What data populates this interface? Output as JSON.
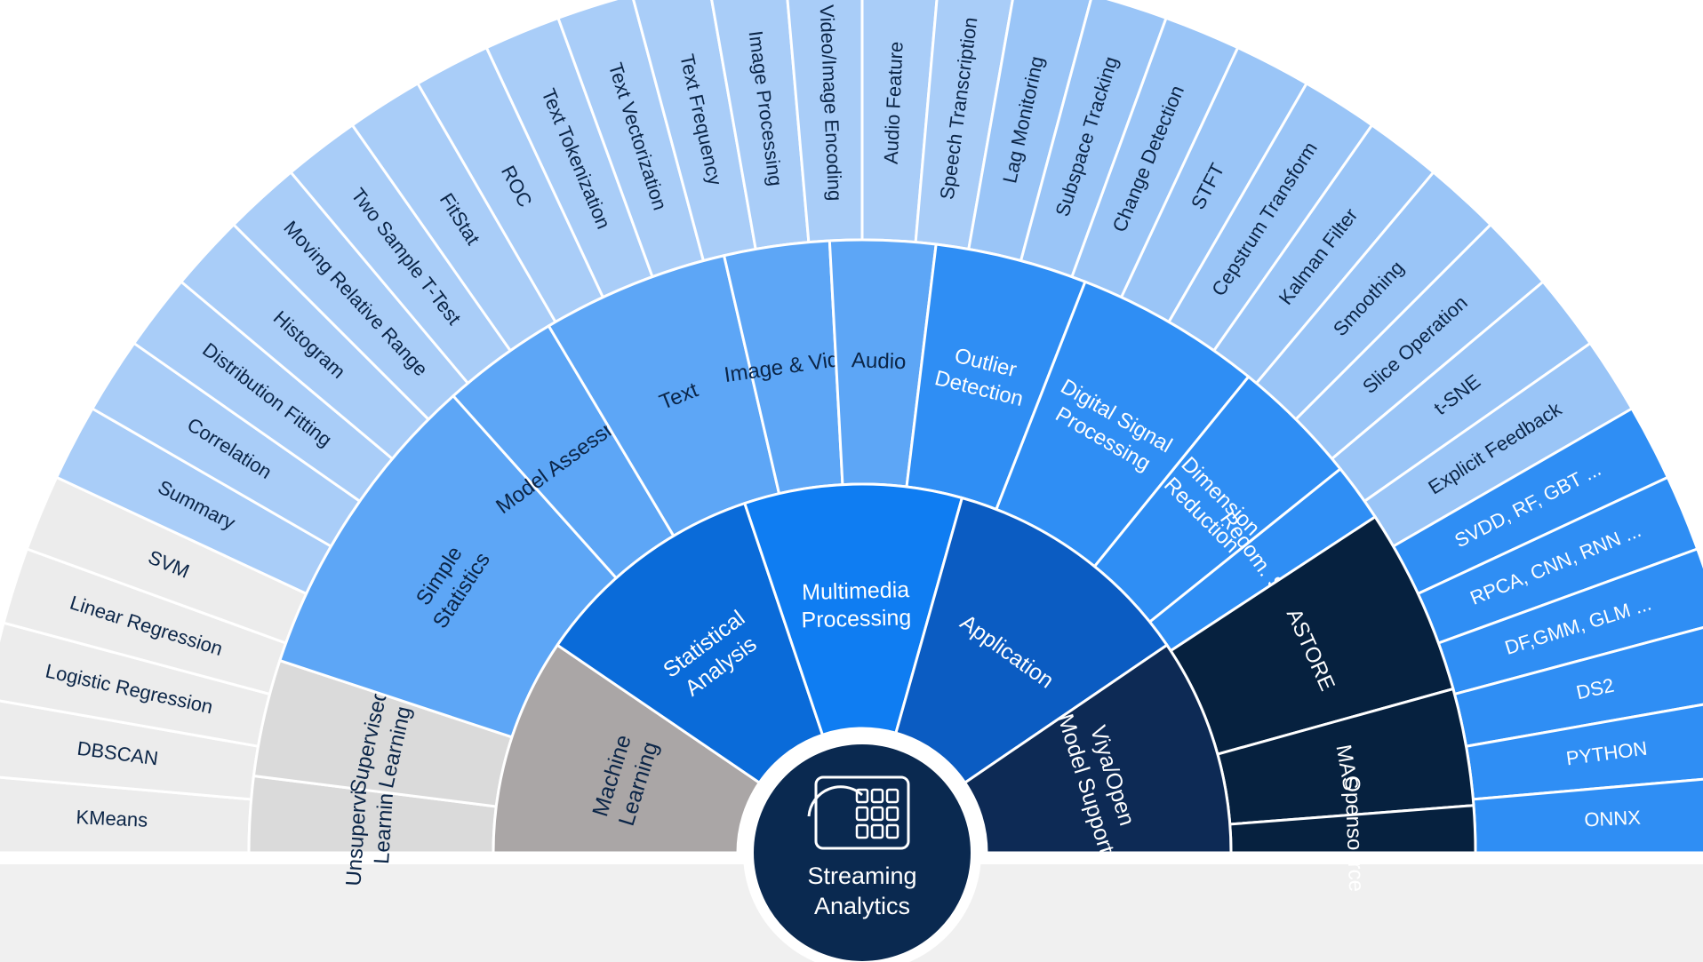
{
  "center": {
    "label_lines": [
      "Streaming",
      "Analytics"
    ],
    "icon": "dashboard-grid-icon",
    "color": "#0a2950",
    "text_color": "#ffffff"
  },
  "rings": {
    "inner": [
      {
        "id": "machine-learning",
        "lines": [
          "Machine",
          "Learning"
        ],
        "weight": 1.2,
        "color": "#aaa6a6",
        "text_color": "#0b2547"
      },
      {
        "id": "statistical-analysis",
        "lines": [
          "Statistical",
          "Analysis"
        ],
        "weight": 1.3,
        "color": "#0a6bd9",
        "text_color": "#ffffff"
      },
      {
        "id": "multimedia-processing",
        "lines": [
          "Multimedia",
          "Processing"
        ],
        "weight": 1.2,
        "color": "#0f7df2",
        "text_color": "#ffffff"
      },
      {
        "id": "application",
        "lines": [
          "Application"
        ],
        "weight": 1.4,
        "color": "#0b5cc2",
        "text_color": "#ffffff"
      },
      {
        "id": "viya-open-model-support",
        "lines": [
          "Viya/Open",
          "Model Support"
        ],
        "weight": 1.2,
        "color": "#0d2a55",
        "text_color": "#ffffff"
      }
    ],
    "middle": [
      {
        "id": "unsupervised-learning",
        "lines": [
          "Unsupervised",
          "Learning"
        ],
        "weight": 0.65,
        "color": "#dadada",
        "text_color": "#0b2547"
      },
      {
        "id": "supervised-learning",
        "lines": [
          "Supervised",
          "Learning"
        ],
        "weight": 1.0,
        "color": "#dadada",
        "text_color": "#0b2547"
      },
      {
        "id": "simple-statistics",
        "lines": [
          "Simple",
          "Statistics"
        ],
        "weight": 2.7,
        "color": "#5da6f6",
        "text_color": "#0b2547"
      },
      {
        "id": "model-assessment",
        "lines": [
          "Model Assessment"
        ],
        "weight": 1.0,
        "color": "#5da6f6",
        "text_color": "#0b2547"
      },
      {
        "id": "text",
        "lines": [
          "Text"
        ],
        "weight": 1.6,
        "color": "#5da6f6",
        "text_color": "#0b2547"
      },
      {
        "id": "image-and-video",
        "lines": [
          "Image & Video"
        ],
        "weight": 0.9,
        "color": "#5da6f6",
        "text_color": "#0b2547"
      },
      {
        "id": "audio",
        "lines": [
          "Audio"
        ],
        "weight": 0.9,
        "color": "#5da6f6",
        "text_color": "#0b2547"
      },
      {
        "id": "outlier-detection",
        "lines": [
          "Outlier",
          "Detection"
        ],
        "weight": 1.3,
        "color": "#2f8ef4",
        "text_color": "#ffffff"
      },
      {
        "id": "digital-signal-processing",
        "lines": [
          "Digital Signal",
          "Processing"
        ],
        "weight": 1.6,
        "color": "#2f8ef4",
        "text_color": "#ffffff"
      },
      {
        "id": "dimension-reduction",
        "lines": [
          "Dimension",
          "Reduction"
        ],
        "weight": 1.1,
        "color": "#2f8ef4",
        "text_color": "#ffffff"
      },
      {
        "id": "recom-sys",
        "lines": [
          "Recom. Sys."
        ],
        "weight": 0.5,
        "color": "#2f8ef4",
        "text_color": "#ffffff"
      },
      {
        "id": "astore",
        "lines": [
          "ASTORE"
        ],
        "weight": 1.6,
        "color": "#06213f",
        "text_color": "#ffffff"
      },
      {
        "id": "mas",
        "lines": [
          "MAS"
        ],
        "weight": 1.0,
        "color": "#06213f",
        "text_color": "#ffffff"
      },
      {
        "id": "opensource",
        "lines": [
          "Opensource"
        ],
        "weight": 0.4,
        "color": "#06213f",
        "text_color": "#ffffff"
      }
    ],
    "outer": [
      {
        "id": "kmeans",
        "label": "KMeans",
        "color": "#ececec",
        "text_color": "#0b2547"
      },
      {
        "id": "dbscan",
        "label": "DBSCAN",
        "color": "#ececec",
        "text_color": "#0b2547"
      },
      {
        "id": "logistic-regression",
        "label": "Logistic Regression",
        "color": "#ececec",
        "text_color": "#0b2547"
      },
      {
        "id": "linear-regression",
        "label": "Linear Regression",
        "color": "#ececec",
        "text_color": "#0b2547"
      },
      {
        "id": "svm",
        "label": "SVM",
        "color": "#ececec",
        "text_color": "#0b2547"
      },
      {
        "id": "summary",
        "label": "Summary",
        "color": "#a9cdf8",
        "text_color": "#0b2547"
      },
      {
        "id": "correlation",
        "label": "Correlation",
        "color": "#a9cdf8",
        "text_color": "#0b2547"
      },
      {
        "id": "distribution-fitting",
        "label": "Distribution Fitting",
        "color": "#a9cdf8",
        "text_color": "#0b2547"
      },
      {
        "id": "histogram",
        "label": "Histogram",
        "color": "#a9cdf8",
        "text_color": "#0b2547"
      },
      {
        "id": "moving-relative-range",
        "label": "Moving Relative Range",
        "color": "#a9cdf8",
        "text_color": "#0b2547"
      },
      {
        "id": "two-sample-t-test",
        "label": "Two Sample T-Test",
        "color": "#a9cdf8",
        "text_color": "#0b2547"
      },
      {
        "id": "fitstat",
        "label": "FitStat",
        "color": "#a9cdf8",
        "text_color": "#0b2547"
      },
      {
        "id": "roc",
        "label": "ROC",
        "color": "#a9cdf8",
        "text_color": "#0b2547"
      },
      {
        "id": "text-tokenization",
        "label": "Text Tokenization",
        "color": "#a9cdf8",
        "text_color": "#0b2547"
      },
      {
        "id": "text-vectorization",
        "label": "Text Vectorization",
        "color": "#a9cdf8",
        "text_color": "#0b2547"
      },
      {
        "id": "text-frequency",
        "label": "Text Frequency",
        "color": "#a9cdf8",
        "text_color": "#0b2547"
      },
      {
        "id": "image-processing",
        "label": "Image Processing",
        "color": "#a9cdf8",
        "text_color": "#0b2547"
      },
      {
        "id": "video-image-encoding",
        "label": "Video/Image Encoding",
        "color": "#a9cdf8",
        "text_color": "#0b2547"
      },
      {
        "id": "audio-feature",
        "label": "Audio Feature",
        "color": "#a9cdf8",
        "text_color": "#0b2547"
      },
      {
        "id": "speech-transcription",
        "label": "Speech Transcription",
        "color": "#a9cdf8",
        "text_color": "#0b2547"
      },
      {
        "id": "lag-monitoring",
        "label": "Lag Monitoring",
        "color": "#9ac5f7",
        "text_color": "#0b2547"
      },
      {
        "id": "subspace-tracking",
        "label": "Subspace Tracking",
        "color": "#9ac5f7",
        "text_color": "#0b2547"
      },
      {
        "id": "change-detection",
        "label": "Change Detection",
        "color": "#9ac5f7",
        "text_color": "#0b2547"
      },
      {
        "id": "stft",
        "label": "STFT",
        "color": "#9ac5f7",
        "text_color": "#0b2547"
      },
      {
        "id": "cepstrum-transform",
        "label": "Cepstrum Transform",
        "color": "#9ac5f7",
        "text_color": "#0b2547"
      },
      {
        "id": "kalman-filter",
        "label": "Kalman Filter",
        "color": "#9ac5f7",
        "text_color": "#0b2547"
      },
      {
        "id": "smoothing",
        "label": "Smoothing",
        "color": "#9ac5f7",
        "text_color": "#0b2547"
      },
      {
        "id": "slice-operation",
        "label": "Slice Operation",
        "color": "#9ac5f7",
        "text_color": "#0b2547"
      },
      {
        "id": "t-sne",
        "label": "t-SNE",
        "color": "#9ac5f7",
        "text_color": "#0b2547"
      },
      {
        "id": "explicit-feedback",
        "label": "Explicit Feedback",
        "color": "#9ac5f7",
        "text_color": "#0b2547"
      },
      {
        "id": "svdd-rf-gbt",
        "label": "SVDD, RF, GBT ...",
        "color": "#2f8ef4",
        "text_color": "#ffffff"
      },
      {
        "id": "rpca-cnn-rnn",
        "label": "RPCA, CNN, RNN ...",
        "color": "#2f8ef4",
        "text_color": "#ffffff"
      },
      {
        "id": "df-gmm-glm",
        "label": "DF,GMM, GLM ...",
        "color": "#2f8ef4",
        "text_color": "#ffffff"
      },
      {
        "id": "ds2",
        "label": "DS2",
        "color": "#2f8ef4",
        "text_color": "#ffffff"
      },
      {
        "id": "python",
        "label": "PYTHON",
        "color": "#2f8ef4",
        "text_color": "#ffffff"
      },
      {
        "id": "onnx",
        "label": "ONNX",
        "color": "#2f8ef4",
        "text_color": "#ffffff"
      }
    ]
  }
}
